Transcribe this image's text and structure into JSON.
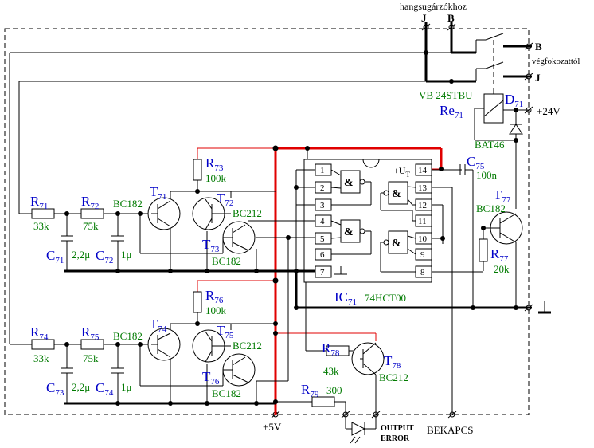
{
  "header": {
    "speakers": "hangsugárzókhoz",
    "from_amp": "végfokozattól",
    "supply24": "+24V",
    "supply5": "+5V",
    "output_error": [
      "OUTPUT",
      "ERROR"
    ],
    "bekapcs": "BEKAPCS"
  },
  "terminals": {
    "top_j": "J",
    "top_b": "B",
    "right_b": "B",
    "right_j": "J"
  },
  "relay": {
    "part": "VB 24STBU",
    "ref": "Re",
    "ref_sub": "71"
  },
  "diode": {
    "ref": "D",
    "ref_sub": "71",
    "part": "BAT46"
  },
  "ic": {
    "ref": "IC",
    "ref_sub": "71",
    "part": "74HCT00",
    "supply_label": "+U",
    "supply_sub": "T",
    "pins_left": [
      "1",
      "2",
      "3",
      "4",
      "5",
      "6",
      "7"
    ],
    "pins_right": [
      "14",
      "13",
      "12",
      "11",
      "10",
      "9",
      "8"
    ],
    "gate_symbol": "&"
  },
  "components": {
    "R71": {
      "ref": "R",
      "sub": "71",
      "value": "33k"
    },
    "R72": {
      "ref": "R",
      "sub": "72",
      "value": "75k"
    },
    "R73": {
      "ref": "R",
      "sub": "73",
      "value": "100k"
    },
    "R74": {
      "ref": "R",
      "sub": "74",
      "value": "33k"
    },
    "R75": {
      "ref": "R",
      "sub": "75",
      "value": "75k"
    },
    "R76": {
      "ref": "R",
      "sub": "76",
      "value": "100k"
    },
    "R77": {
      "ref": "R",
      "sub": "77",
      "value": "20k"
    },
    "R78": {
      "ref": "R",
      "sub": "78",
      "value": "43k"
    },
    "R79": {
      "ref": "R",
      "sub": "79",
      "value": "300"
    },
    "C71": {
      "ref": "C",
      "sub": "71",
      "value": "2,2μ"
    },
    "C72": {
      "ref": "C",
      "sub": "72",
      "value": "1μ"
    },
    "C73": {
      "ref": "C",
      "sub": "73",
      "value": "2,2μ"
    },
    "C74": {
      "ref": "C",
      "sub": "74",
      "value": "1μ"
    },
    "C75": {
      "ref": "C",
      "sub": "75",
      "value": "100n"
    },
    "T71": {
      "ref": "T",
      "sub": "71",
      "value": "BC182"
    },
    "T72": {
      "ref": "T",
      "sub": "72",
      "value": "BC212"
    },
    "T73": {
      "ref": "T",
      "sub": "73",
      "value": "BC182"
    },
    "T74": {
      "ref": "T",
      "sub": "74",
      "value": "BC182"
    },
    "T75": {
      "ref": "T",
      "sub": "75",
      "value": "BC212"
    },
    "T76": {
      "ref": "T",
      "sub": "76",
      "value": "BC182"
    },
    "T77": {
      "ref": "T",
      "sub": "77",
      "value": "BC182"
    },
    "T78": {
      "ref": "T",
      "sub": "78",
      "value": "BC212"
    }
  },
  "colors": {
    "wire": "#000000",
    "supply": "#e00000",
    "ref": "#0000c8",
    "value": "#007a00"
  }
}
